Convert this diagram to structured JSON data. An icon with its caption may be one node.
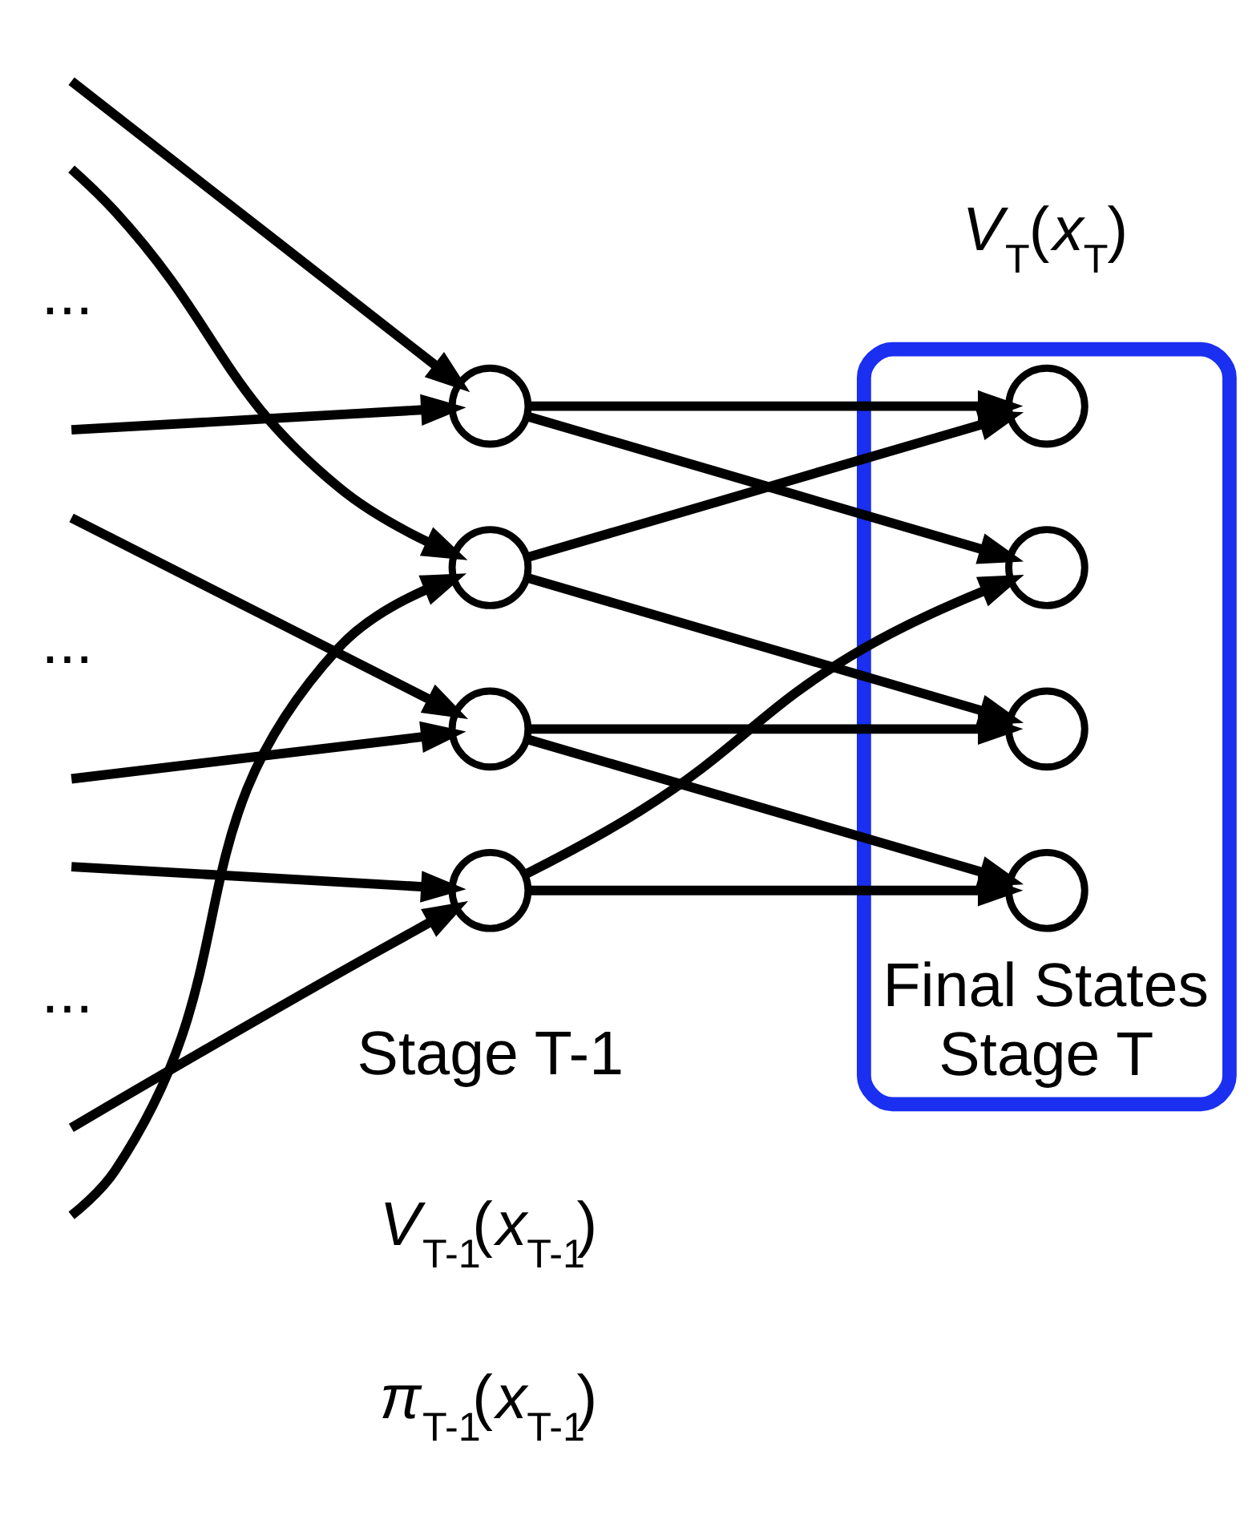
{
  "diagram": {
    "nodes": [
      {
        "text": [],
        "shape": "circle"
      },
      {
        "text": [],
        "shape": "circle"
      },
      {
        "text": [],
        "shape": "circle"
      },
      {
        "text": [],
        "shape": "circle"
      },
      {
        "text": [
          "Final States",
          "Stage T"
        ]
      },
      {
        "text": [],
        "shape": "circle",
        "in": 4
      },
      {
        "text": [],
        "shape": "circle",
        "in": 4
      },
      {
        "text": [],
        "shape": "circle",
        "in": 4
      },
      {
        "text": [],
        "shape": "circle",
        "in": 4
      }
    ],
    "edges": [
      {
        "from": null,
        "to": 0,
        "arrow": "to"
      },
      {
        "from": null,
        "to": 1,
        "arrow": "to"
      },
      {
        "from": null,
        "to": 0,
        "arrow": "to"
      },
      {
        "from": null,
        "to": 2,
        "arrow": "to"
      },
      {
        "from": null,
        "to": 2,
        "arrow": "to"
      },
      {
        "from": null,
        "to": 3,
        "arrow": "to"
      },
      {
        "from": null,
        "to": 3,
        "arrow": "to"
      },
      {
        "from": null,
        "to": 1,
        "arrow": "to"
      },
      {
        "from": 0,
        "to": 5,
        "arrow": "to"
      },
      {
        "from": 0,
        "to": 6,
        "arrow": "to"
      },
      {
        "from": 1,
        "to": 5,
        "arrow": "to"
      },
      {
        "from": 1,
        "to": 7,
        "arrow": "to"
      },
      {
        "from": 2,
        "to": 7,
        "arrow": "to"
      },
      {
        "from": 2,
        "to": 8,
        "arrow": "to"
      },
      {
        "from": 3,
        "to": 8,
        "arrow": "to"
      },
      {
        "from": 3,
        "to": 6,
        "arrow": "to"
      }
    ],
    "labels": [
      "...",
      "...",
      "...",
      "Stage T-1",
      "*V*$_{T-1}$(*x*$_{T-1}$)",
      "*π*$_{T-1}$(*x*$_{T-1}$)",
      "*V*$_{T}$(*x*$_{T}$)"
    ]
  }
}
